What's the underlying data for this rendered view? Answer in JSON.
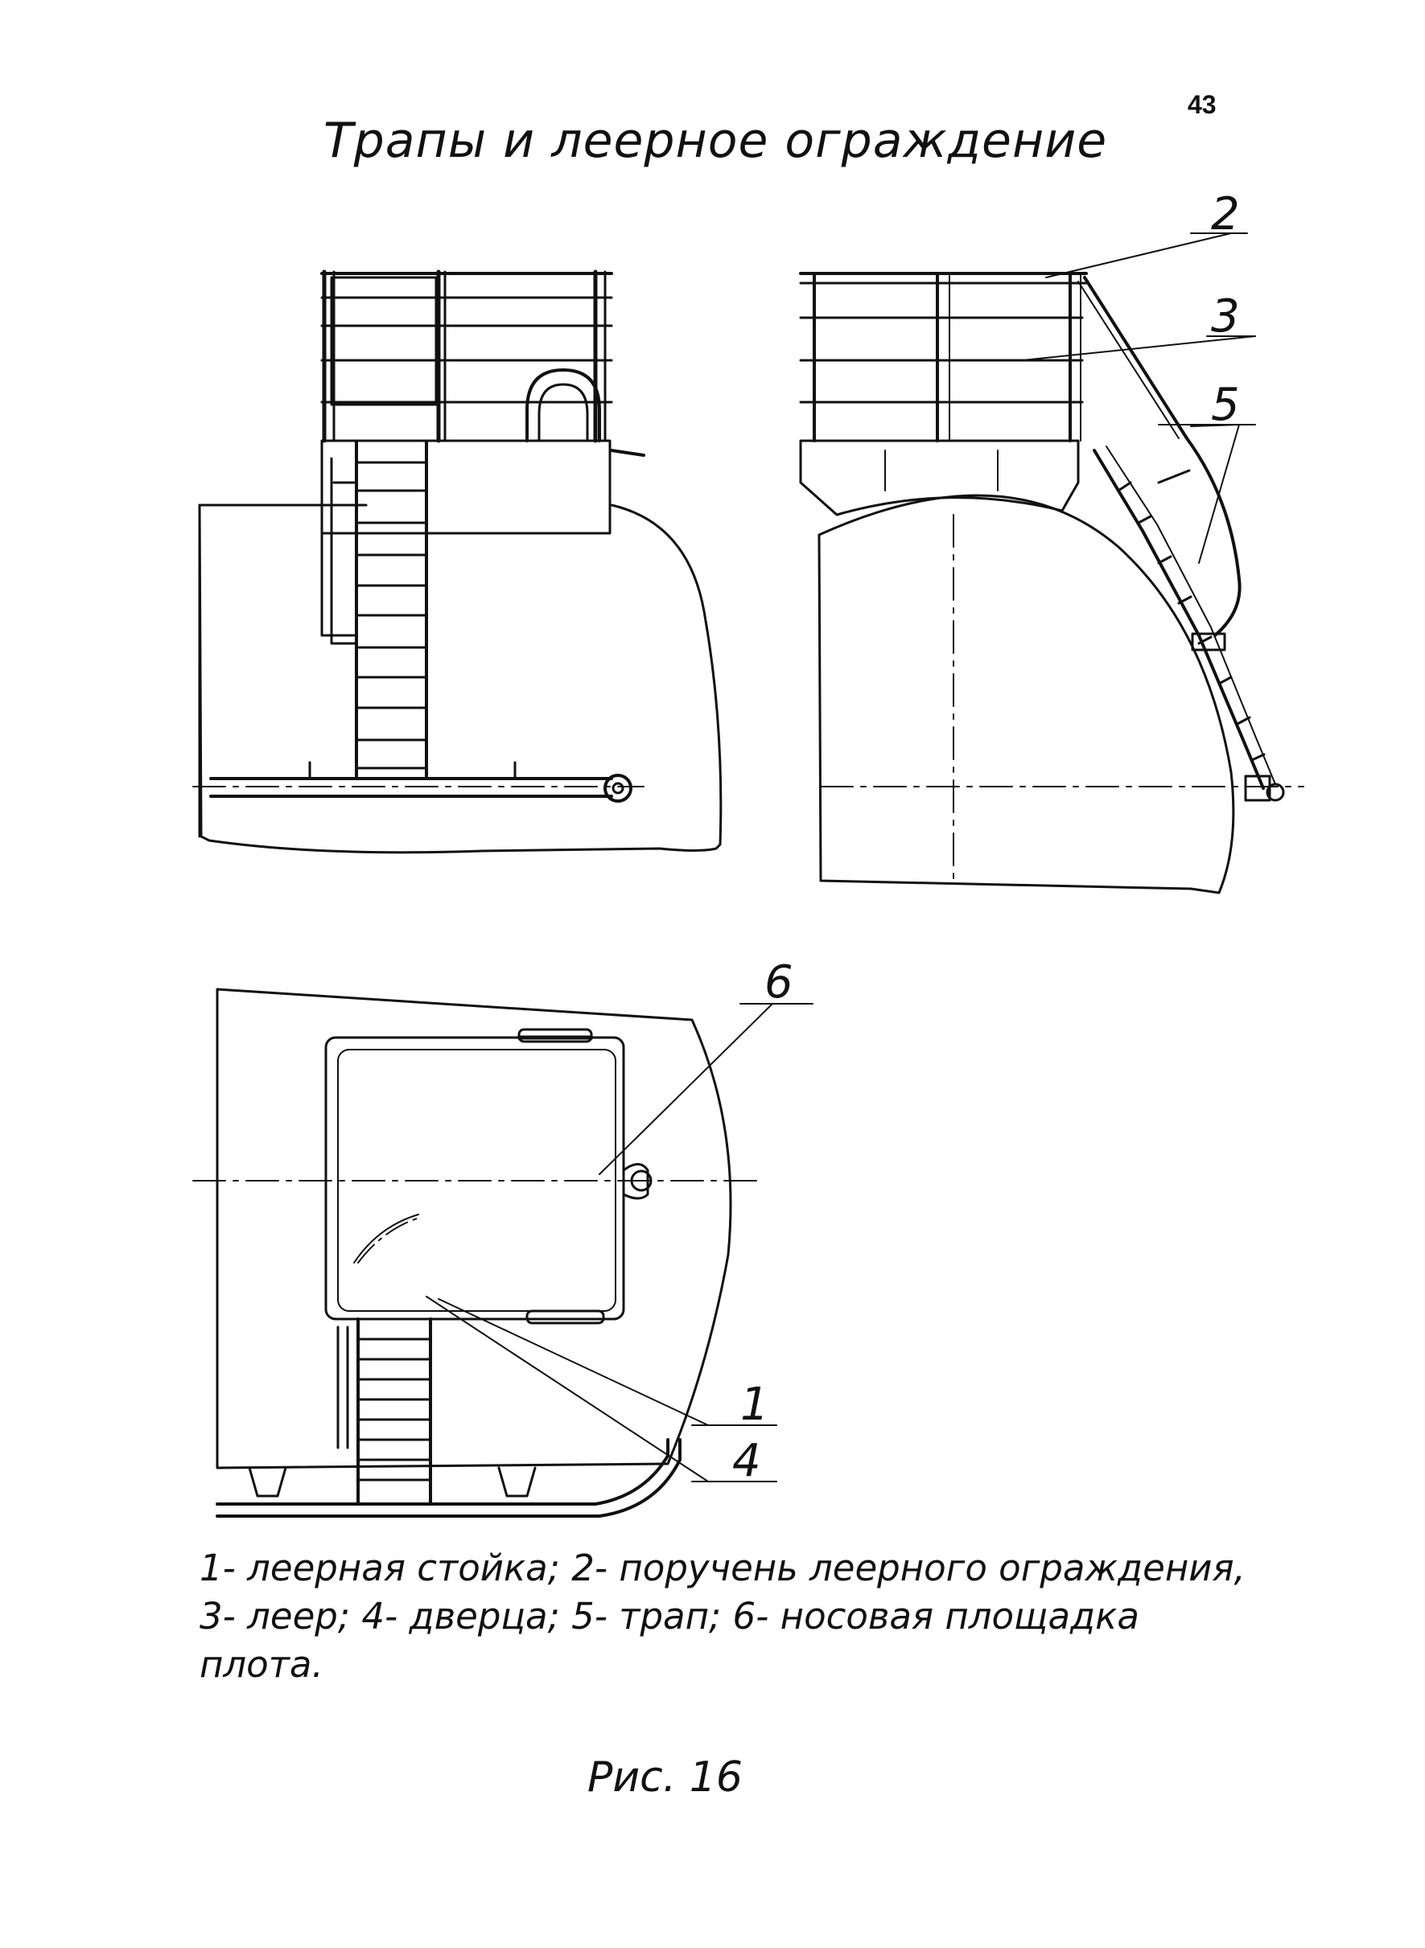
{
  "page": {
    "number": "43",
    "title": "Трапы и леерное ограждение"
  },
  "callouts": {
    "c1": "1",
    "c2": "2",
    "c3": "3",
    "c4": "4",
    "c5": "5",
    "c6": "6"
  },
  "legend": {
    "line1": "1- леерная стойка; 2- поручень леерного ограждения,",
    "line2": "3- леер; 4- дверца; 5- трап; 6- носовая площадка",
    "line3": "плота."
  },
  "caption": "Рис. 16"
}
